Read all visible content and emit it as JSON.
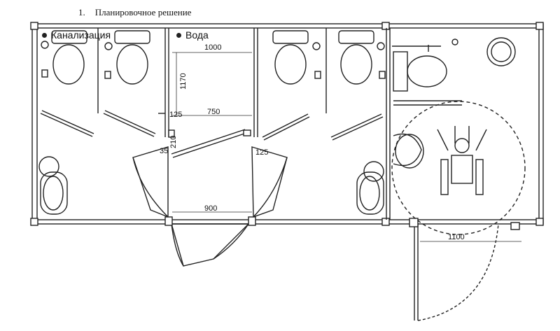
{
  "title": {
    "number": "1.",
    "text": "Планировочное решение"
  },
  "legend": {
    "sewer": "Канализация",
    "water": "Вода"
  },
  "dimensions": {
    "d1000": "1000",
    "d1170": "1170",
    "d125a": "125",
    "d750": "750",
    "d210": "210",
    "d35": "35",
    "d125b": "125",
    "d900": "900",
    "d1100": "1100"
  }
}
